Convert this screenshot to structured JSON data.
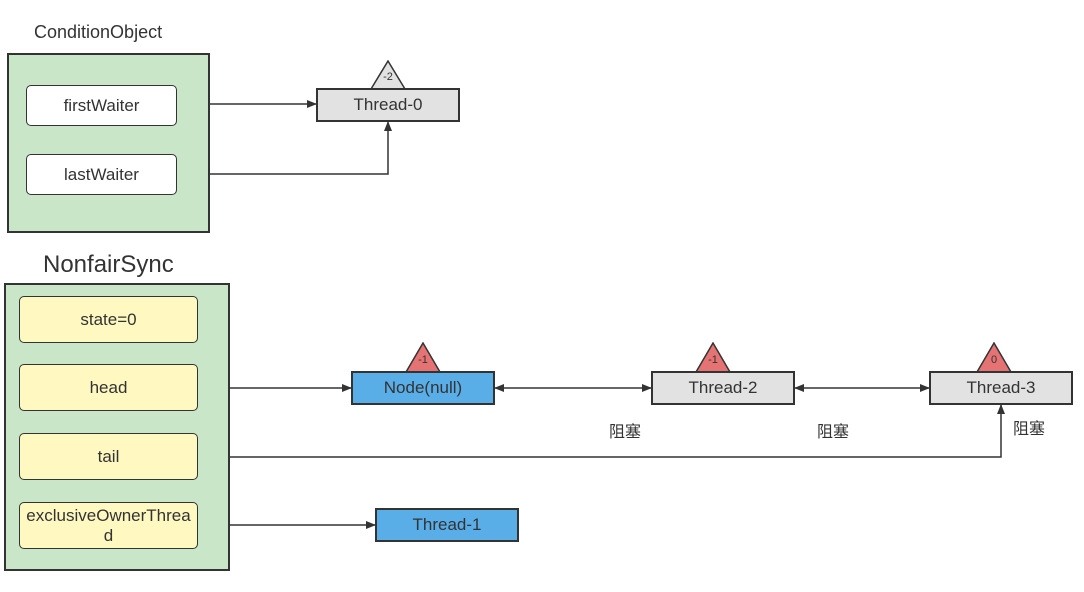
{
  "condition_object": {
    "title": "ConditionObject",
    "fields": [
      "firstWaiter",
      "lastWaiter"
    ]
  },
  "nonfair_sync": {
    "title": "NonfairSync",
    "fields": [
      "state=0",
      "head",
      "tail",
      "exclusiveOwnerThread"
    ]
  },
  "nodes": {
    "thread0": {
      "label": "Thread-0",
      "status": "-2"
    },
    "node_null": {
      "label": "Node(null)",
      "status": "-1"
    },
    "thread2": {
      "label": "Thread-2",
      "status": "-1"
    },
    "thread3": {
      "label": "Thread-3",
      "status": "0"
    },
    "thread1": {
      "label": "Thread-1"
    }
  },
  "notes": [
    "阻塞",
    "阻塞",
    "阻塞"
  ],
  "colors": {
    "panel": "#c9e6c9",
    "field_yellow": "#fff8c0",
    "node_gray": "#e2e2e2",
    "node_blue": "#5aaee8",
    "status_red": "#e57373"
  }
}
